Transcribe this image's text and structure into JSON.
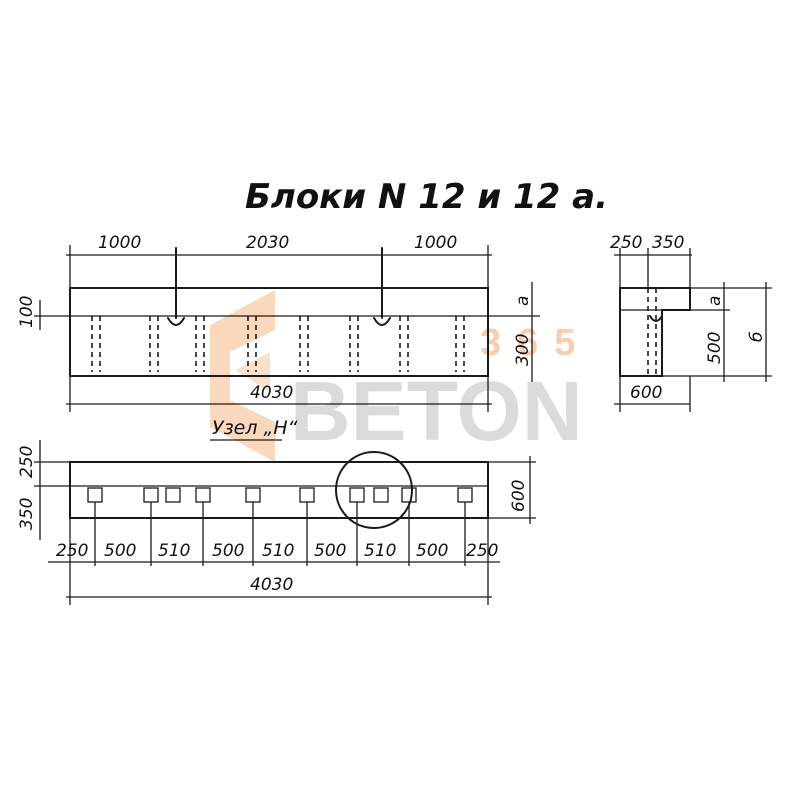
{
  "title": "Блоки N 12 и 12 а.",
  "node_label": "Узел „Н“",
  "front_view": {
    "top_dims": [
      "1000",
      "2030",
      "1000"
    ],
    "left_dim": "100",
    "right_dims": [
      "а",
      "300"
    ],
    "bottom_dim": "4030"
  },
  "side_view": {
    "top_dims": [
      "250",
      "350"
    ],
    "right_dims": [
      "а",
      "500",
      "б"
    ],
    "bottom_dim": "600"
  },
  "plan_view": {
    "left_dims": [
      "250",
      "350"
    ],
    "right_dim": "600",
    "bottom_dims": [
      "250",
      "500",
      "510",
      "500",
      "510",
      "500",
      "510",
      "500",
      "250"
    ],
    "total_dim": "4030"
  },
  "watermark": {
    "number": "365",
    "word": "BETON",
    "colors": {
      "accent": "#f2a86a",
      "grey": "#9a9a9a"
    }
  }
}
